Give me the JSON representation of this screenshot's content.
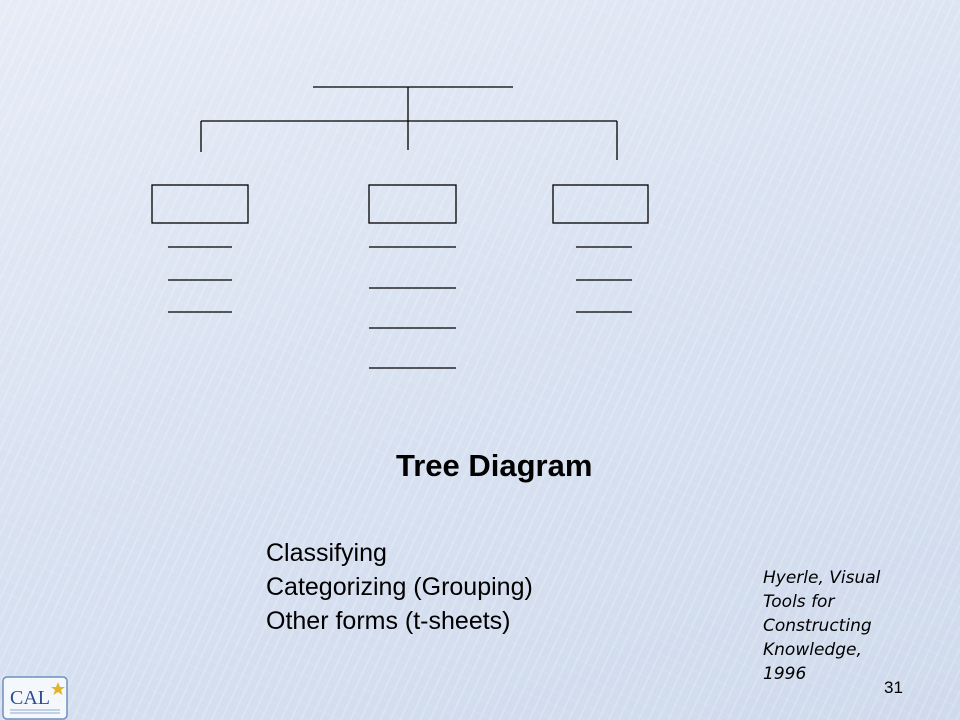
{
  "slide": {
    "title": "Tree Diagram",
    "uses": [
      "Classifying",
      "Categorizing  (Grouping)",
      "Other forms (t-sheets)"
    ],
    "citation": [
      "Hyerle, Visual",
      "Tools for",
      "Constructing",
      "Knowledge,",
      "1996"
    ],
    "page_number": "31",
    "logo_text": "CAL"
  },
  "tree": {
    "line_color": "#000000",
    "branches": [
      {
        "name": "left",
        "detail_lines": 3
      },
      {
        "name": "middle",
        "detail_lines": 4
      },
      {
        "name": "right",
        "detail_lines": 3
      }
    ]
  },
  "colors": {
    "background": "#dbe3f1",
    "logo_border": "#6f8fbf",
    "logo_text": "#2c4f8c",
    "logo_star": "#e0b52a"
  }
}
